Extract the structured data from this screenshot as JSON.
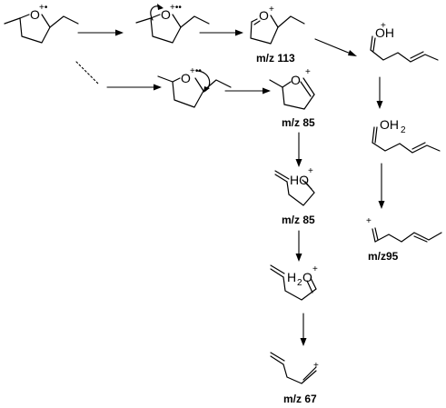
{
  "atoms": {
    "oxygen": "O",
    "hydroxyl": "OH",
    "protonated_hydroxyl": "HO",
    "water": "OH",
    "water_h2": "2",
    "h2o_h": "H",
    "h2o_2": "2",
    "h2o_o": "O",
    "radical_cation": "+•",
    "radical_cation_dots": "+••",
    "cation": "+"
  },
  "labels": {
    "mz113": "m/z 113",
    "mz85_a": "m/z 85",
    "mz85_b": "m/z 85",
    "mz95": "m/z95",
    "mz67": "m/z 67"
  }
}
